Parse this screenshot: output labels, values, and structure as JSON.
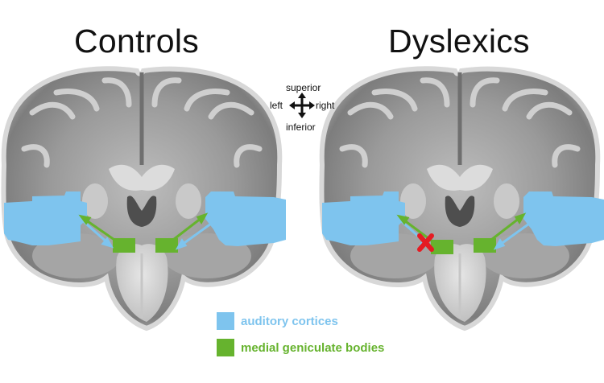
{
  "titles": {
    "left": "Controls",
    "right": "Dyslexics"
  },
  "orientation": {
    "superior": "superior",
    "inferior": "inferior",
    "left": "left",
    "right": "right"
  },
  "legend": [
    {
      "label": "auditory cortices",
      "color": "#7ec4ee"
    },
    {
      "label": "medial geniculate bodies",
      "color": "#66b32e"
    }
  ],
  "colors": {
    "arrow_blue": "#7ec4ee",
    "arrow_green": "#66b32e",
    "cross": "#e51c23"
  },
  "icons": [
    "four-way-arrow-icon",
    "cross-icon"
  ]
}
